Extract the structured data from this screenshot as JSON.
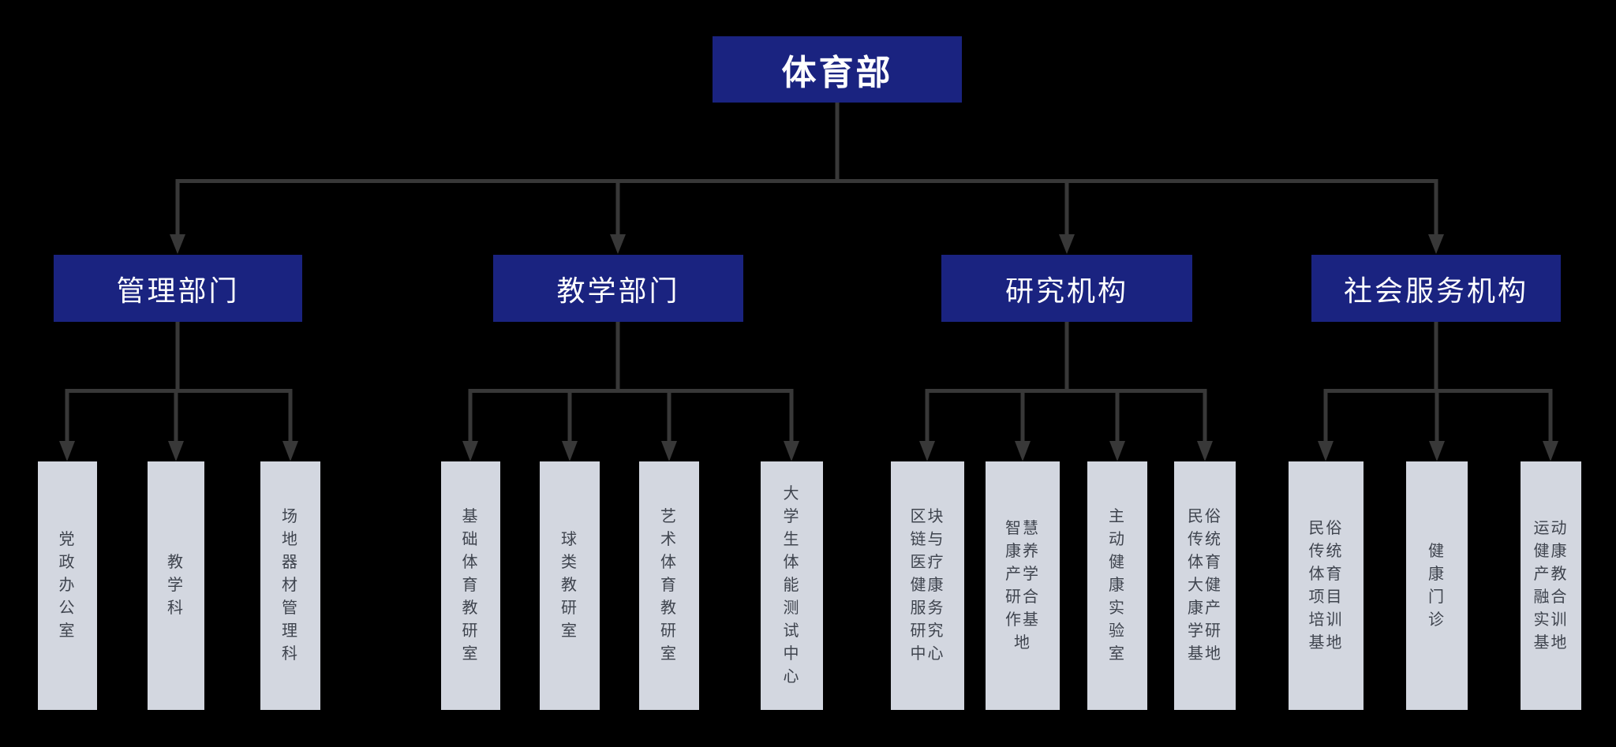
{
  "colors": {
    "background": "#000000",
    "node_fill": "#1a2380",
    "node_text": "#ffffff",
    "leaf_fill": "#d3d7e0",
    "leaf_text": "#3f444e",
    "connector": "#383838"
  },
  "chart": {
    "type": "org-chart",
    "root": {
      "label": "体育部"
    },
    "branches": [
      {
        "label": "管理部门",
        "children": [
          {
            "label": "党政办公室",
            "lines": [
              "党",
              "政",
              "办",
              "公",
              "室"
            ]
          },
          {
            "label": "教学科",
            "lines": [
              "教",
              "学",
              "科"
            ]
          },
          {
            "label": "场地器材管理科",
            "lines": [
              "场",
              "地",
              "器",
              "材",
              "管",
              "理",
              "科"
            ]
          }
        ]
      },
      {
        "label": "教学部门",
        "children": [
          {
            "label": "基础体育教研室",
            "lines": [
              "基",
              "础",
              "体",
              "育",
              "教",
              "研",
              "室"
            ]
          },
          {
            "label": "球类教研室",
            "lines": [
              "球",
              "类",
              "教",
              "研",
              "室"
            ]
          },
          {
            "label": "艺术体育教研室",
            "lines": [
              "艺",
              "术",
              "体",
              "育",
              "教",
              "研",
              "室"
            ]
          },
          {
            "label": "大学生体能测试中心",
            "lines": [
              "大",
              "学",
              "生",
              "体",
              "能",
              "测",
              "试",
              "中",
              "心"
            ]
          }
        ]
      },
      {
        "label": "研究机构",
        "children": [
          {
            "label": "区块链与医疗健康服务研究中心",
            "lines": [
              "区块",
              "链与",
              "医疗",
              "健康",
              "服务",
              "研究",
              "中心"
            ]
          },
          {
            "label": "智慧康养产学研合作基地",
            "lines": [
              "智慧",
              "康养",
              "产学",
              "研合",
              "作基",
              "地"
            ]
          },
          {
            "label": "主动健康实验室",
            "lines": [
              "主",
              "动",
              "健",
              "康",
              "实",
              "验",
              "室"
            ]
          },
          {
            "label": "民俗传统体育大健康产学研基地",
            "lines": [
              "民俗",
              "传统",
              "体育",
              "大健",
              "康产",
              "学研",
              "基地"
            ]
          }
        ]
      },
      {
        "label": "社会服务机构",
        "children": [
          {
            "label": "民俗传统体育项目培训基地",
            "lines": [
              "民俗",
              "传统",
              "体育",
              "项目",
              "培训",
              "基地"
            ]
          },
          {
            "label": "健康门诊",
            "lines": [
              "健",
              "康",
              "门",
              "诊"
            ]
          },
          {
            "label": "运动健康产教融合实训基地",
            "lines": [
              "运动",
              "健康",
              "产教",
              "融合",
              "实训",
              "基地"
            ]
          }
        ]
      }
    ]
  }
}
